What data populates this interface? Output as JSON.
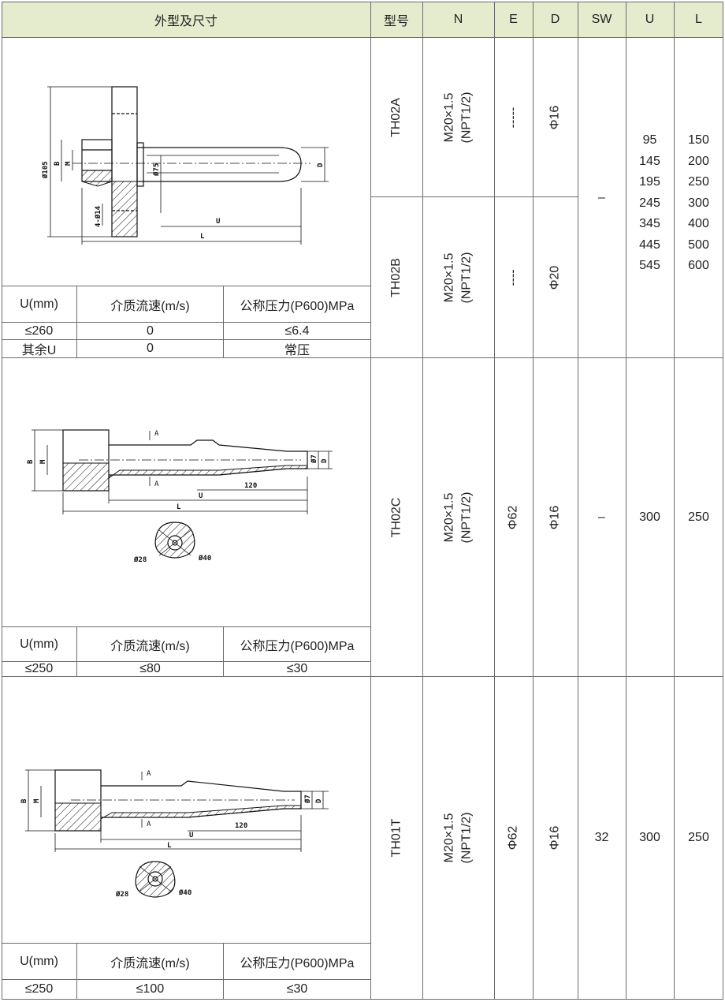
{
  "header": {
    "shape": "外型及尺寸",
    "model": "型号",
    "n": "N",
    "e": "E",
    "d": "D",
    "sw": "SW",
    "u": "U",
    "l": "L"
  },
  "rows": [
    {
      "model": "TH02A",
      "n": "M20×1.5\n(NPT1/2)",
      "e": "-----",
      "d": "Φ16"
    },
    {
      "model": "TH02B",
      "n": "M20×1.5\n(NPT1/2)",
      "e": "----",
      "d": "Φ20"
    },
    {
      "model": "TH02C",
      "n": "M20×1.5\n(NPT1/2)",
      "e": "Φ62",
      "d": "Φ16",
      "sw": "–",
      "u": "300",
      "l": "250"
    },
    {
      "model": "TH01T",
      "n": "M20×1.5\n(NPT1/2)",
      "e": "Φ62",
      "d": "Φ16",
      "sw": "32",
      "u": "300",
      "l": "250"
    }
  ],
  "group_ab": {
    "sw": "–",
    "u_values": [
      "95",
      "145",
      "195",
      "245",
      "345",
      "445",
      "545"
    ],
    "l_values": [
      "150",
      "200",
      "250",
      "300",
      "400",
      "500",
      "600"
    ]
  },
  "sub_tables": [
    {
      "headers": [
        "U(mm)",
        "介质流速(m/s)",
        "公称压力(P600)MPa"
      ],
      "rows": [
        [
          "≤260",
          "0",
          "≤6.4"
        ],
        [
          "其余U",
          "0",
          "常压"
        ]
      ]
    },
    {
      "headers": [
        "U(mm)",
        "介质流速(m/s)",
        "公称压力(P600)MPa"
      ],
      "rows": [
        [
          "≤250",
          "≤80",
          "≤30"
        ]
      ]
    },
    {
      "headers": [
        "U(mm)",
        "介质流速(m/s)",
        "公称压力(P600)MPa"
      ],
      "rows": [
        [
          "≤250",
          "≤100",
          "≤30"
        ]
      ]
    }
  ],
  "drawings": {
    "d1": {
      "dia105": "Ø105",
      "b": "B",
      "m": "M",
      "dia75": "Ø75",
      "d": "D",
      "holes": "4-Ø14",
      "u": "U",
      "l": "L"
    },
    "d2": {
      "b": "B",
      "m": "M",
      "a_top": "A",
      "a_bot": "A",
      "d": "D",
      "dia_small": "Ø7",
      "dim120": "120",
      "u": "U",
      "l": "L",
      "dia28": "Ø28",
      "dia40": "Ø40"
    },
    "d3": {
      "b": "B",
      "m": "M",
      "a_top": "A",
      "a_bot": "A",
      "d": "D",
      "dia_small": "Ø7",
      "dim120": "120",
      "u": "U",
      "l": "L",
      "dia28": "Ø28",
      "dia40": "Ø40"
    }
  },
  "colors": {
    "header_bg": "#e4eccd",
    "line": "#6b6b6b",
    "drawing": "#111111"
  }
}
